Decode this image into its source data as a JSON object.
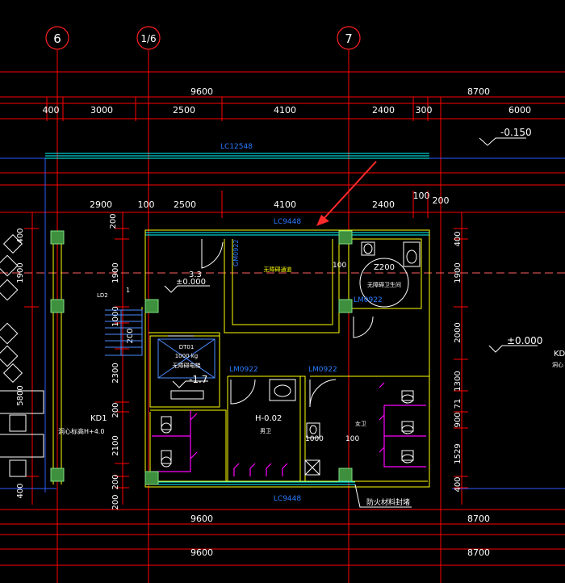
{
  "axes": {
    "a6": "6",
    "a1_6": "1/6",
    "a7": "7"
  },
  "dims": {
    "top_total_left": "9600",
    "top_total_right": "8700",
    "top_400": "400",
    "top_3000": "3000",
    "top_2500": "2500",
    "top_4100": "4100",
    "top_2400": "2400",
    "top_300": "300",
    "top_6000": "6000",
    "in_2900": "2900",
    "in_100": "100",
    "in_2500": "2500",
    "in_4100": "4100",
    "in_2400": "2400",
    "in_100b": "100",
    "in_200": "200",
    "bot_9600": "9600",
    "bot_8700": "8700",
    "bot2_9600": "9600",
    "bot2_8700": "8700",
    "l_400": "400",
    "l_1900": "1900",
    "l_5800": "5800",
    "l_400b": "400",
    "c_200": "200",
    "c_1900": "1900",
    "c_1000": "1000",
    "c_200b": "200",
    "c_2300": "2300",
    "c_200c": "200",
    "c_2100": "2100",
    "c_200d": "200",
    "c_200e": "200",
    "r_400": "400",
    "r_1900": "1900",
    "r_2000": "2000",
    "r_1300": "1300",
    "r_900": "900",
    "r_71": "71",
    "r_1529": "1529",
    "r_400b": "400"
  },
  "labels": {
    "elev_top": "-0.150",
    "lc12548": "LC12548",
    "lc9448_top": "LC9448",
    "lc9448_bot": "LC9448",
    "gm0922": "GM0922",
    "lm0922_a": "LM0922",
    "lm0922_b": "LM0922",
    "lm0922_c": "LM0922",
    "room_corridor": "无障碍通道",
    "room_accessible_wc": "无障碍卫生间",
    "z200": "Z200",
    "num_100": "100",
    "num_33": "3.3",
    "elev_000": "±0.000",
    "elev_000_right": "±0.000",
    "ld2": "LD2",
    "lift_name": "DT01",
    "lift_kg": "1000 kg",
    "lift_desc": "无障碍电梯",
    "elev_m17": "-1.7",
    "h_002": "H-0.02",
    "men": "男卫",
    "women": "女卫",
    "num_100b": "100",
    "d1000": "1000",
    "kd1": "KD1",
    "kd1_note": "洞心标高H+4.0",
    "kd_right": "KD",
    "kd_right_note": "洞心",
    "fire_seal": "防火材料封堵",
    "num_1": "1"
  },
  "colors": {
    "background": "#000000",
    "grid_red": "#ff0000",
    "axis_circle": "#ff2020",
    "dim_text": "#ffffff",
    "wall_yellow": "#ffff00",
    "window_cyan": "#00ffff",
    "tag_blue": "#2b7bff",
    "door_white": "#ffffff",
    "column_green": "#5ec85e",
    "fixture_magenta": "#ff00ff",
    "stair_blue": "#4c8cff",
    "arrow_red": "#ff2a2a"
  }
}
